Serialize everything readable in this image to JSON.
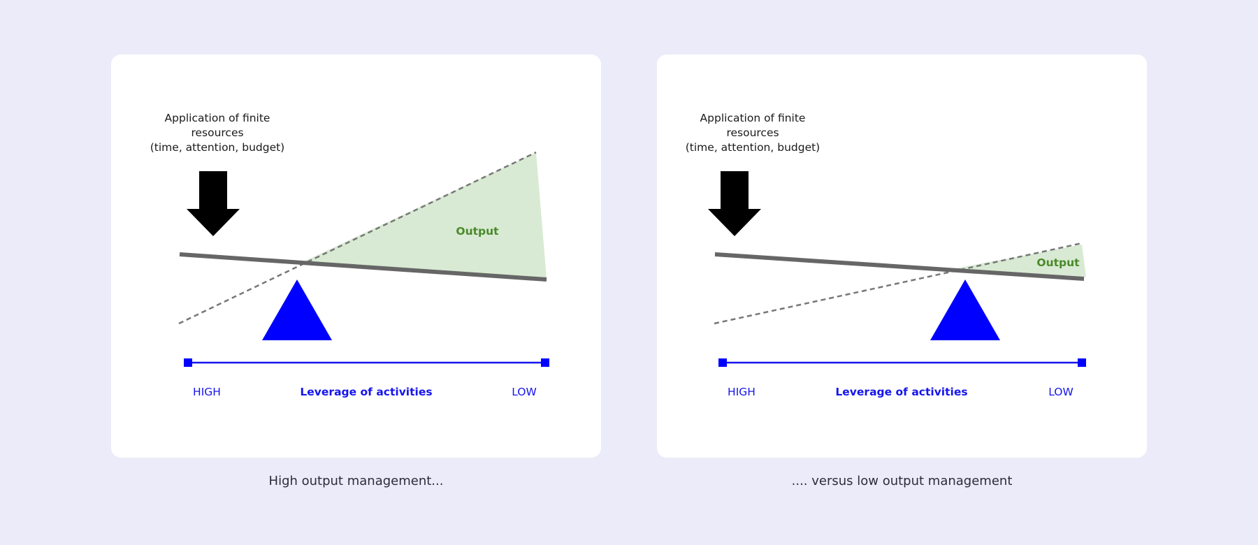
{
  "colors": {
    "background": "#ecebf9",
    "panel": "#ffffff",
    "output_fill": "#d8ead3",
    "output_text": "#4a8a2a",
    "scale_blue": "#1515ee",
    "fulcrum_blue": "#0000ff",
    "beam": "#666666",
    "dashed": "#777777"
  },
  "panels": [
    {
      "resource_label": [
        "Application of finite",
        "resources",
        "(time, attention, budget)"
      ],
      "output_label": "Output",
      "scale": {
        "left_label": "HIGH",
        "title": "Leverage of activities",
        "right_label": "LOW"
      },
      "caption": "High output management..."
    },
    {
      "resource_label": [
        "Application of finite",
        "resources",
        "(time, attention, budget)"
      ],
      "output_label": "Output",
      "scale": {
        "left_label": "HIGH",
        "title": "Leverage of activities",
        "right_label": "LOW"
      },
      "caption": ".... versus low output management"
    }
  ],
  "icons": {
    "arrow": "down-arrow-icon",
    "fulcrum": "fulcrum-triangle-icon",
    "scale_end": "square-marker-icon"
  }
}
